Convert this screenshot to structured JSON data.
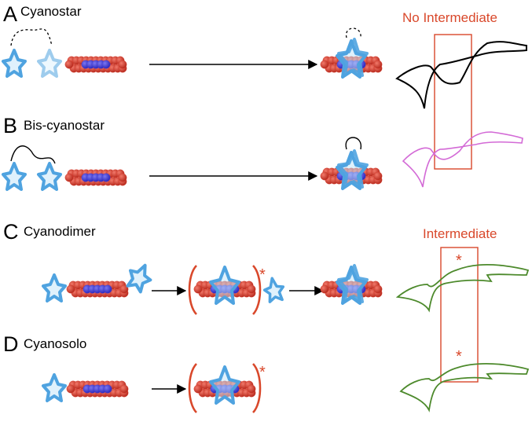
{
  "colors": {
    "cyanostar": "#4fa3e0",
    "cyanostar_fill": "#bfe3fa",
    "atom_red": "#d93a2a",
    "atom_blue": "#3e3ad8",
    "annotation_red": "#d9482b",
    "cv_black": "#000000",
    "cv_magenta": "#d36ad6",
    "cv_green": "#4d8a2c",
    "arrow": "#000000"
  },
  "panels": [
    {
      "letter": "A",
      "name": "Cyanostar",
      "cv_label": "No Intermediate",
      "linker": "dashed"
    },
    {
      "letter": "B",
      "name": "Bis-cyanostar",
      "linker": "solid"
    },
    {
      "letter": "C",
      "name": "Cyanodimer",
      "cv_label": "Intermediate",
      "intermediate_mark": "*"
    },
    {
      "letter": "D",
      "name": "Cyanosolo",
      "intermediate_mark": "*"
    }
  ],
  "icons": [
    "cyanostar-icon",
    "anion-rod-icon",
    "complex-icon",
    "bracket-icon",
    "arrow-icon",
    "cv-trace-icon"
  ]
}
